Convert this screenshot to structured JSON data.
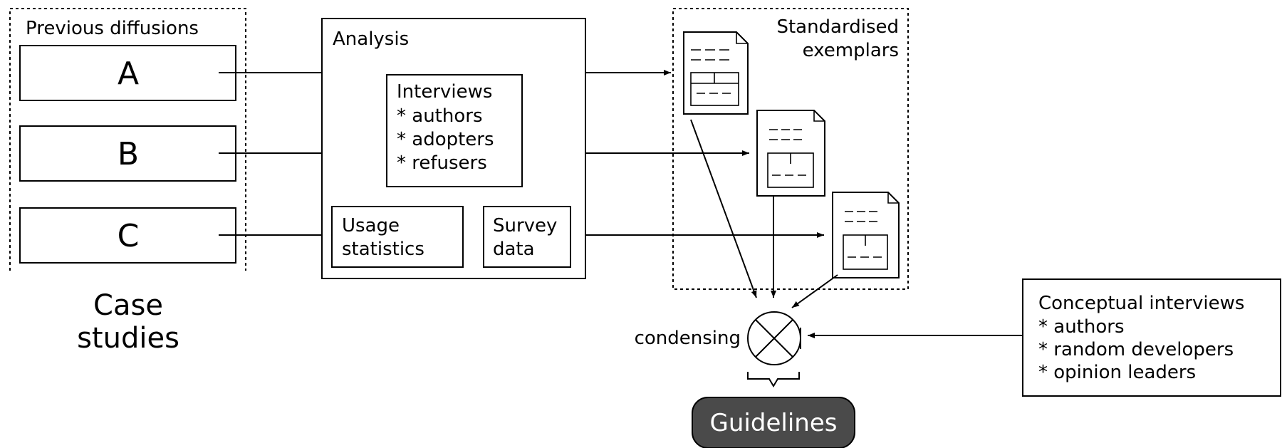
{
  "case_studies": {
    "group_label": "Previous diffusions",
    "items": [
      "A",
      "B",
      "C"
    ],
    "caption_line1": "Case",
    "caption_line2": "studies"
  },
  "analysis": {
    "title": "Analysis",
    "interviews": [
      "Interviews",
      "* authors",
      "* adopters",
      "* refusers"
    ],
    "usage": [
      "Usage",
      "statistics"
    ],
    "survey": [
      "Survey",
      "data"
    ]
  },
  "exemplars": {
    "label_line1": "Standardised",
    "label_line2": "exemplars"
  },
  "condensing": {
    "label": "condensing"
  },
  "conceptual": {
    "lines": [
      "Conceptual interviews",
      "* authors",
      "* random developers",
      "* opinion leaders"
    ]
  },
  "output": {
    "label": "Guidelines"
  }
}
